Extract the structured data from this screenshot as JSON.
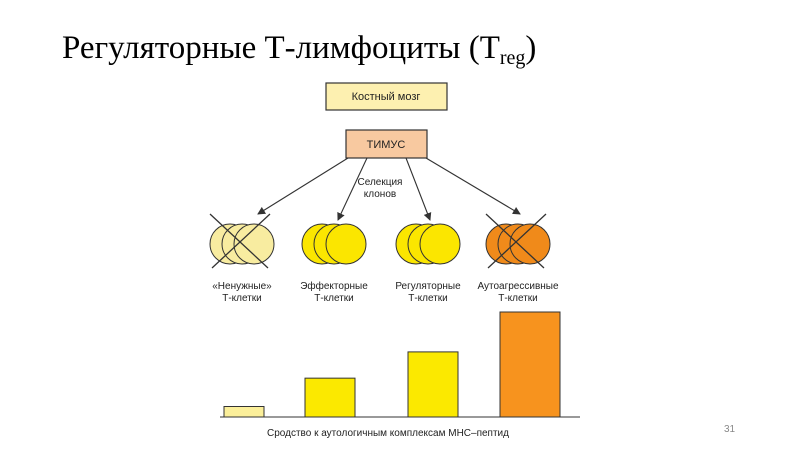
{
  "slide": {
    "title_main": "Регуляторные Т-лимфоциты (T",
    "title_sub": "reg",
    "title_end": ")",
    "page_number": "31"
  },
  "diagram": {
    "bone_marrow": "Костный мозг",
    "thymus": "ТИМУС",
    "selection_line1": "Селекция",
    "selection_line2": "клонов",
    "groups": [
      {
        "line1": "«Ненужные»",
        "line2": "Т-клетки",
        "fill": "#f8eca0",
        "crossed": true
      },
      {
        "line1": "Эффекторные",
        "line2": "Т-клетки",
        "fill": "#fbe600",
        "crossed": false
      },
      {
        "line1": "Регуляторные",
        "line2": "Т-клетки",
        "fill": "#fbe600",
        "crossed": false
      },
      {
        "line1": "Аутоагрессивные",
        "line2": "Т-клетки",
        "fill": "#f08a1a",
        "crossed": true
      }
    ],
    "affinity_label": "Сродство к аутологичным комплексам МНС–пептид",
    "affinity_levels": [
      0.1,
      0.37,
      0.62,
      1.0
    ],
    "colors": {
      "bone_marrow_fill": "#fdf0b0",
      "thymus_fill": "#f8c9a0",
      "bar_yellow": "#fbe900",
      "bar_pale": "#fbef9a",
      "bar_orange": "#f7931e"
    }
  }
}
